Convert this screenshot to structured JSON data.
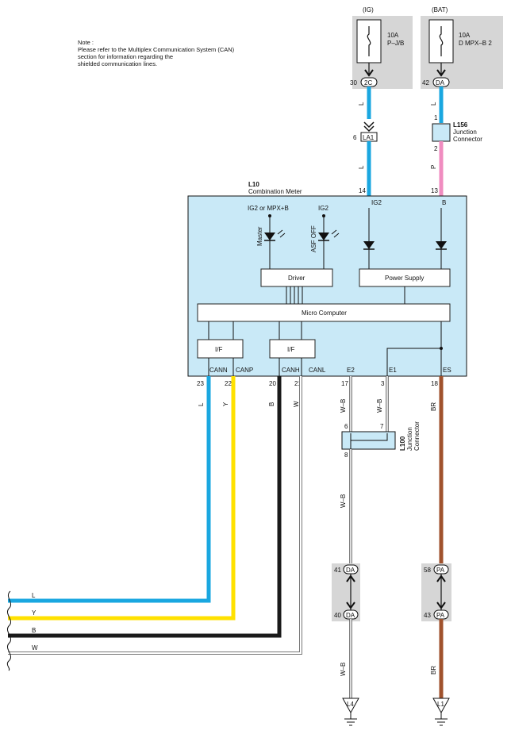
{
  "note": {
    "lines": [
      "Note :",
      "Please refer to the Multiplex Communication System (CAN)",
      "section for information regarding the",
      "shielded communication lines."
    ]
  },
  "fuses": {
    "ig": {
      "source": "(IG)",
      "amp": "10A",
      "name": "P–J/B",
      "pin": "30",
      "connector": "2C"
    },
    "bat": {
      "source": "(BAT)",
      "amp": "10A",
      "name": "D MPX–B 2",
      "pin": "42",
      "connector": "DA"
    }
  },
  "junction_la1": {
    "pin": "6",
    "label": "LA1"
  },
  "junction_l156": {
    "code": "L156",
    "line1": "Junction",
    "line2": "Connector",
    "pin_top": "1",
    "pin_bottom": "2"
  },
  "meter": {
    "code": "L10",
    "name": "Combination Meter",
    "pin_ig2": "14",
    "pin_b": "13",
    "label_ig2": "IG2",
    "label_b": "B",
    "led_master_supply": "IG2 or MPX+B",
    "led_asf_supply": "IG2",
    "led_master": "Master",
    "led_asf": "ASF OFF",
    "driver": "Driver",
    "power_supply": "Power Supply",
    "micro_computer": "Micro Computer",
    "if1": "I/F",
    "if2": "I/F",
    "terminals": [
      "CANN",
      "CANP",
      "CANH",
      "CANL",
      "E2",
      "E1",
      "ES"
    ],
    "pins": [
      "23",
      "22",
      "20",
      "21",
      "17",
      "3",
      "18"
    ]
  },
  "junction_l100": {
    "code": "L100",
    "line1": "Junction",
    "line2": "Connector",
    "pin6": "6",
    "pin7": "7",
    "pin8": "8"
  },
  "wire_colors": {
    "ig_upper": "L",
    "ig_lower": "L",
    "bat_upper": "L",
    "bat_lower": "P",
    "cann": "L",
    "canp": "Y",
    "canh": "B",
    "canl": "W",
    "e2": "W–B",
    "e1": "W–B",
    "e2_lower": "W–B",
    "e2_bottom": "W–B",
    "es": "BR",
    "es_bottom": "BR"
  },
  "bus_labels": [
    "L",
    "Y",
    "B",
    "W"
  ],
  "ground_connectors": {
    "left": {
      "pin_top": "41",
      "conn_top": "DA",
      "pin_bottom": "40",
      "conn_bottom": "DA",
      "ground": "L4"
    },
    "right": {
      "pin_top": "58",
      "conn_top": "PA",
      "pin_bottom": "43",
      "conn_bottom": "PA",
      "ground": "L1"
    }
  },
  "colors": {
    "blue_wire": "#1aa7e0",
    "yellow_wire": "#ffe100",
    "black_wire": "#1a1a1a",
    "pink_wire": "#f08cc0",
    "brown_wire": "#a0522d",
    "meter_fill": "#c9e9f7",
    "gray_panel": "#d6d6d6"
  }
}
